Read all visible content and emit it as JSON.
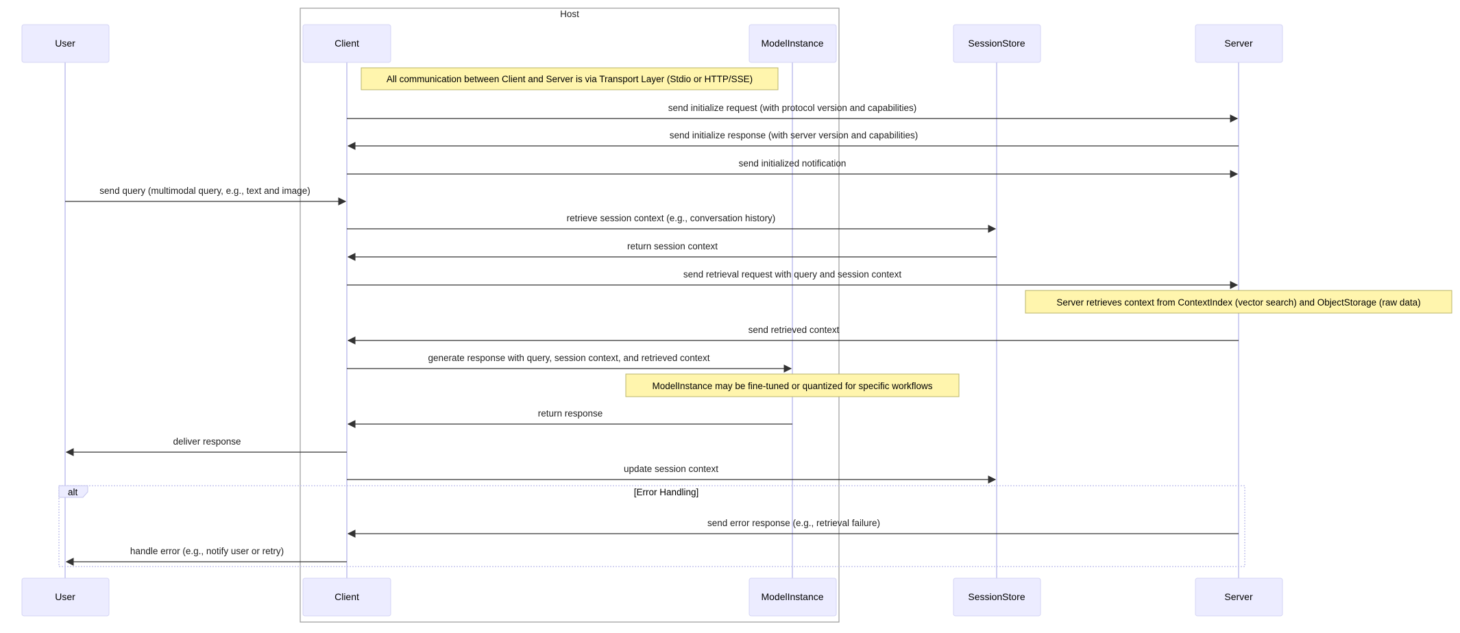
{
  "host": {
    "label": "Host"
  },
  "participants": [
    {
      "id": "user",
      "label": "User"
    },
    {
      "id": "client",
      "label": "Client"
    },
    {
      "id": "model",
      "label": "ModelInstance"
    },
    {
      "id": "store",
      "label": "SessionStore"
    },
    {
      "id": "server",
      "label": "Server"
    }
  ],
  "notes": [
    {
      "text": "All communication between Client and Server is via Transport Layer (Stdio or HTTP/SSE)"
    },
    {
      "text": "Server retrieves context from ContextIndex (vector search) and ObjectStorage (raw data)"
    },
    {
      "text": "ModelInstance may be fine-tuned or quantized for specific workflows"
    }
  ],
  "messages": [
    {
      "from": "client",
      "to": "server",
      "text": "send initialize request (with protocol version and capabilities)"
    },
    {
      "from": "server",
      "to": "client",
      "text": "send initialize response (with server version and capabilities)"
    },
    {
      "from": "client",
      "to": "server",
      "text": "send initialized notification"
    },
    {
      "from": "user",
      "to": "client",
      "text": "send query (multimodal query, e.g., text and image)"
    },
    {
      "from": "client",
      "to": "store",
      "text": "retrieve session context (e.g., conversation history)"
    },
    {
      "from": "store",
      "to": "client",
      "text": "return session context"
    },
    {
      "from": "client",
      "to": "server",
      "text": "send retrieval request with query and session context"
    },
    {
      "from": "server",
      "to": "client",
      "text": "send retrieved context"
    },
    {
      "from": "client",
      "to": "model",
      "text": "generate response with query, session context, and retrieved context"
    },
    {
      "from": "model",
      "to": "client",
      "text": "return response"
    },
    {
      "from": "client",
      "to": "user",
      "text": "deliver response"
    },
    {
      "from": "client",
      "to": "store",
      "text": "update session context"
    },
    {
      "from": "server",
      "to": "client",
      "text": "send error response (e.g., retrieval failure)"
    },
    {
      "from": "client",
      "to": "user",
      "text": "handle error (e.g., notify user or retry)"
    }
  ],
  "alt_block": {
    "label": "alt",
    "condition": "[Error Handling]"
  }
}
